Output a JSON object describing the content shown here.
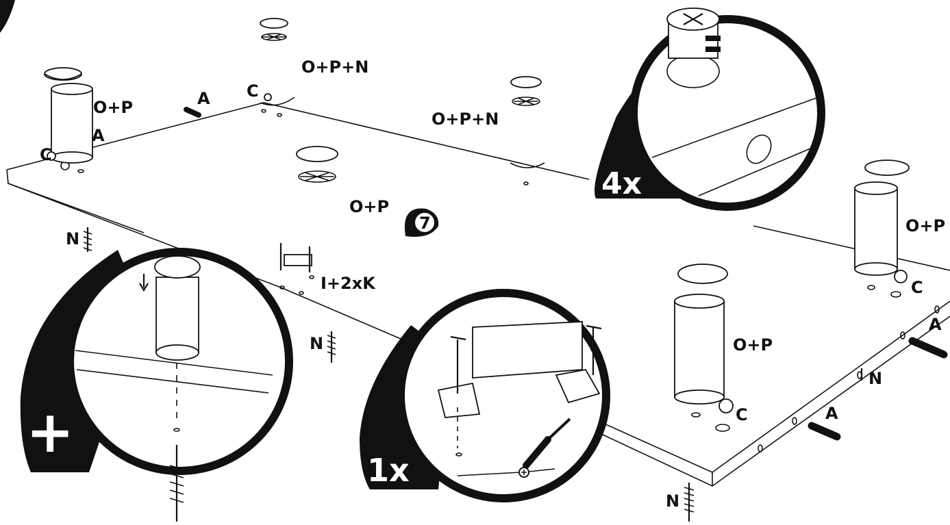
{
  "step": {
    "number": "7"
  },
  "labels": {
    "op_left": "O+P",
    "a_top_left": "A",
    "a_mid_left": "A",
    "c_left": "C",
    "c_top": "C",
    "opn_top": "O+P+N",
    "opn_right": "O+P+N",
    "op_center": "O+P",
    "n_left": "N",
    "ik": "I+2xK",
    "n_mid": "N",
    "op_right_top": "O+P",
    "c_right_top": "C",
    "a_right_edge": "A",
    "op_right_mid": "O+P",
    "c_right_mid": "C",
    "n_right_mid": "N",
    "a_right_low": "A",
    "n_bottom": "N"
  },
  "callouts": {
    "cam_lock": {
      "quantity": "4x"
    },
    "hinge": {
      "quantity": "1x"
    },
    "leg": {
      "quantity": "+"
    }
  },
  "colors": {
    "ink": "#111111",
    "paper": "#ffffff"
  },
  "icons": [
    "screwdriver-icon",
    "plus-symbol-icon",
    "arrow-down-icon"
  ]
}
